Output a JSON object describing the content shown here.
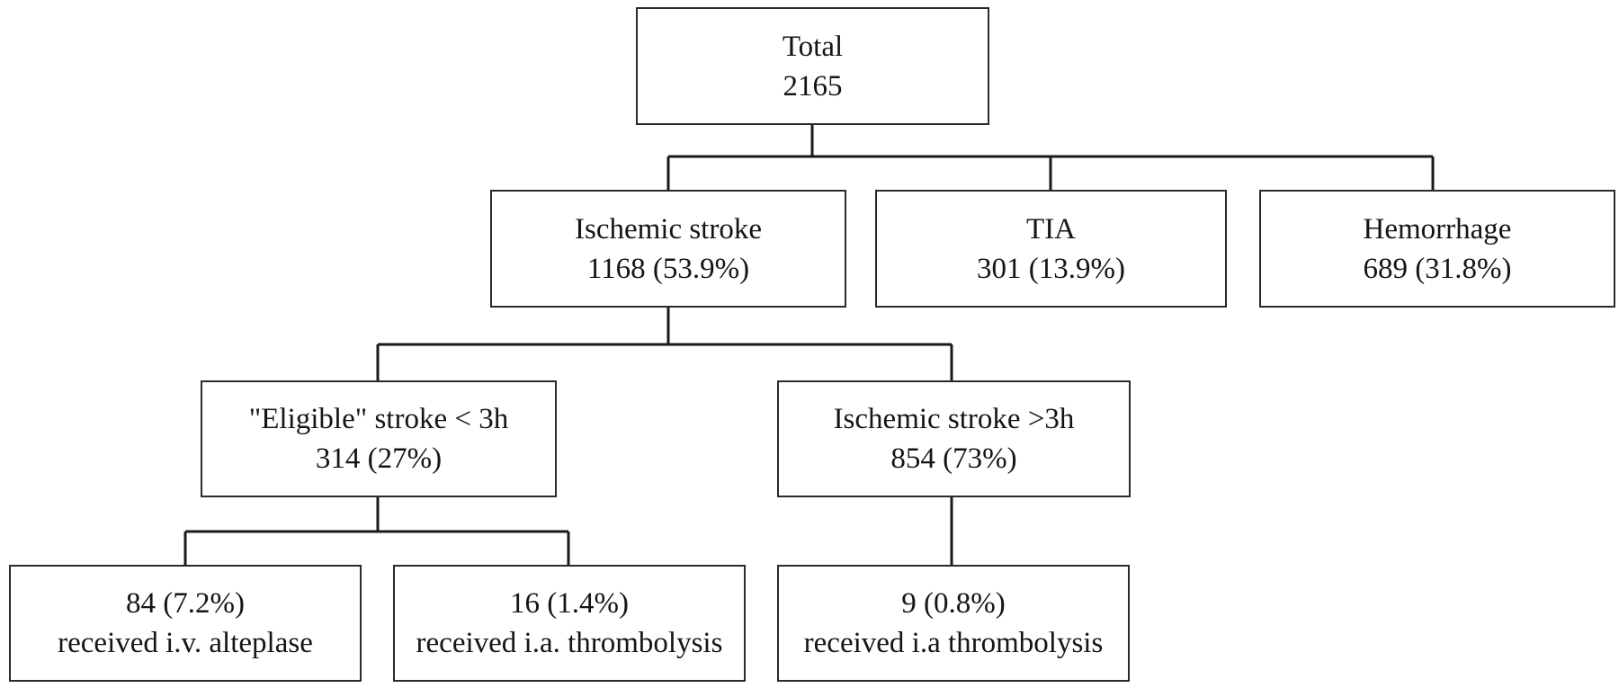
{
  "nodes": {
    "total": {
      "label": "Total",
      "value": "2165"
    },
    "ischemic": {
      "label": "Ischemic stroke",
      "value": "1168 (53.9%)"
    },
    "tia": {
      "label": "TIA",
      "value": "301 (13.9%)"
    },
    "hemorrhage": {
      "label": "Hemorrhage",
      "value": "689 (31.8%)"
    },
    "eligible": {
      "label": "\"Eligible\" stroke < 3h",
      "value": "314 (27%)"
    },
    "over3h": {
      "label": "Ischemic stroke >3h",
      "value": "854 (73%)"
    },
    "iv_alteplase": {
      "value": "84 (7.2%)",
      "label": "received i.v. alteplase"
    },
    "ia_lt3": {
      "value": "16 (1.4%)",
      "label": "received i.a. thrombolysis"
    },
    "ia_gt3": {
      "value": "9 (0.8%)",
      "label": "received i.a thrombolysis"
    }
  },
  "colors": {
    "line": "#1a1a1a",
    "border": "#2a2a2a",
    "text": "#151515"
  }
}
